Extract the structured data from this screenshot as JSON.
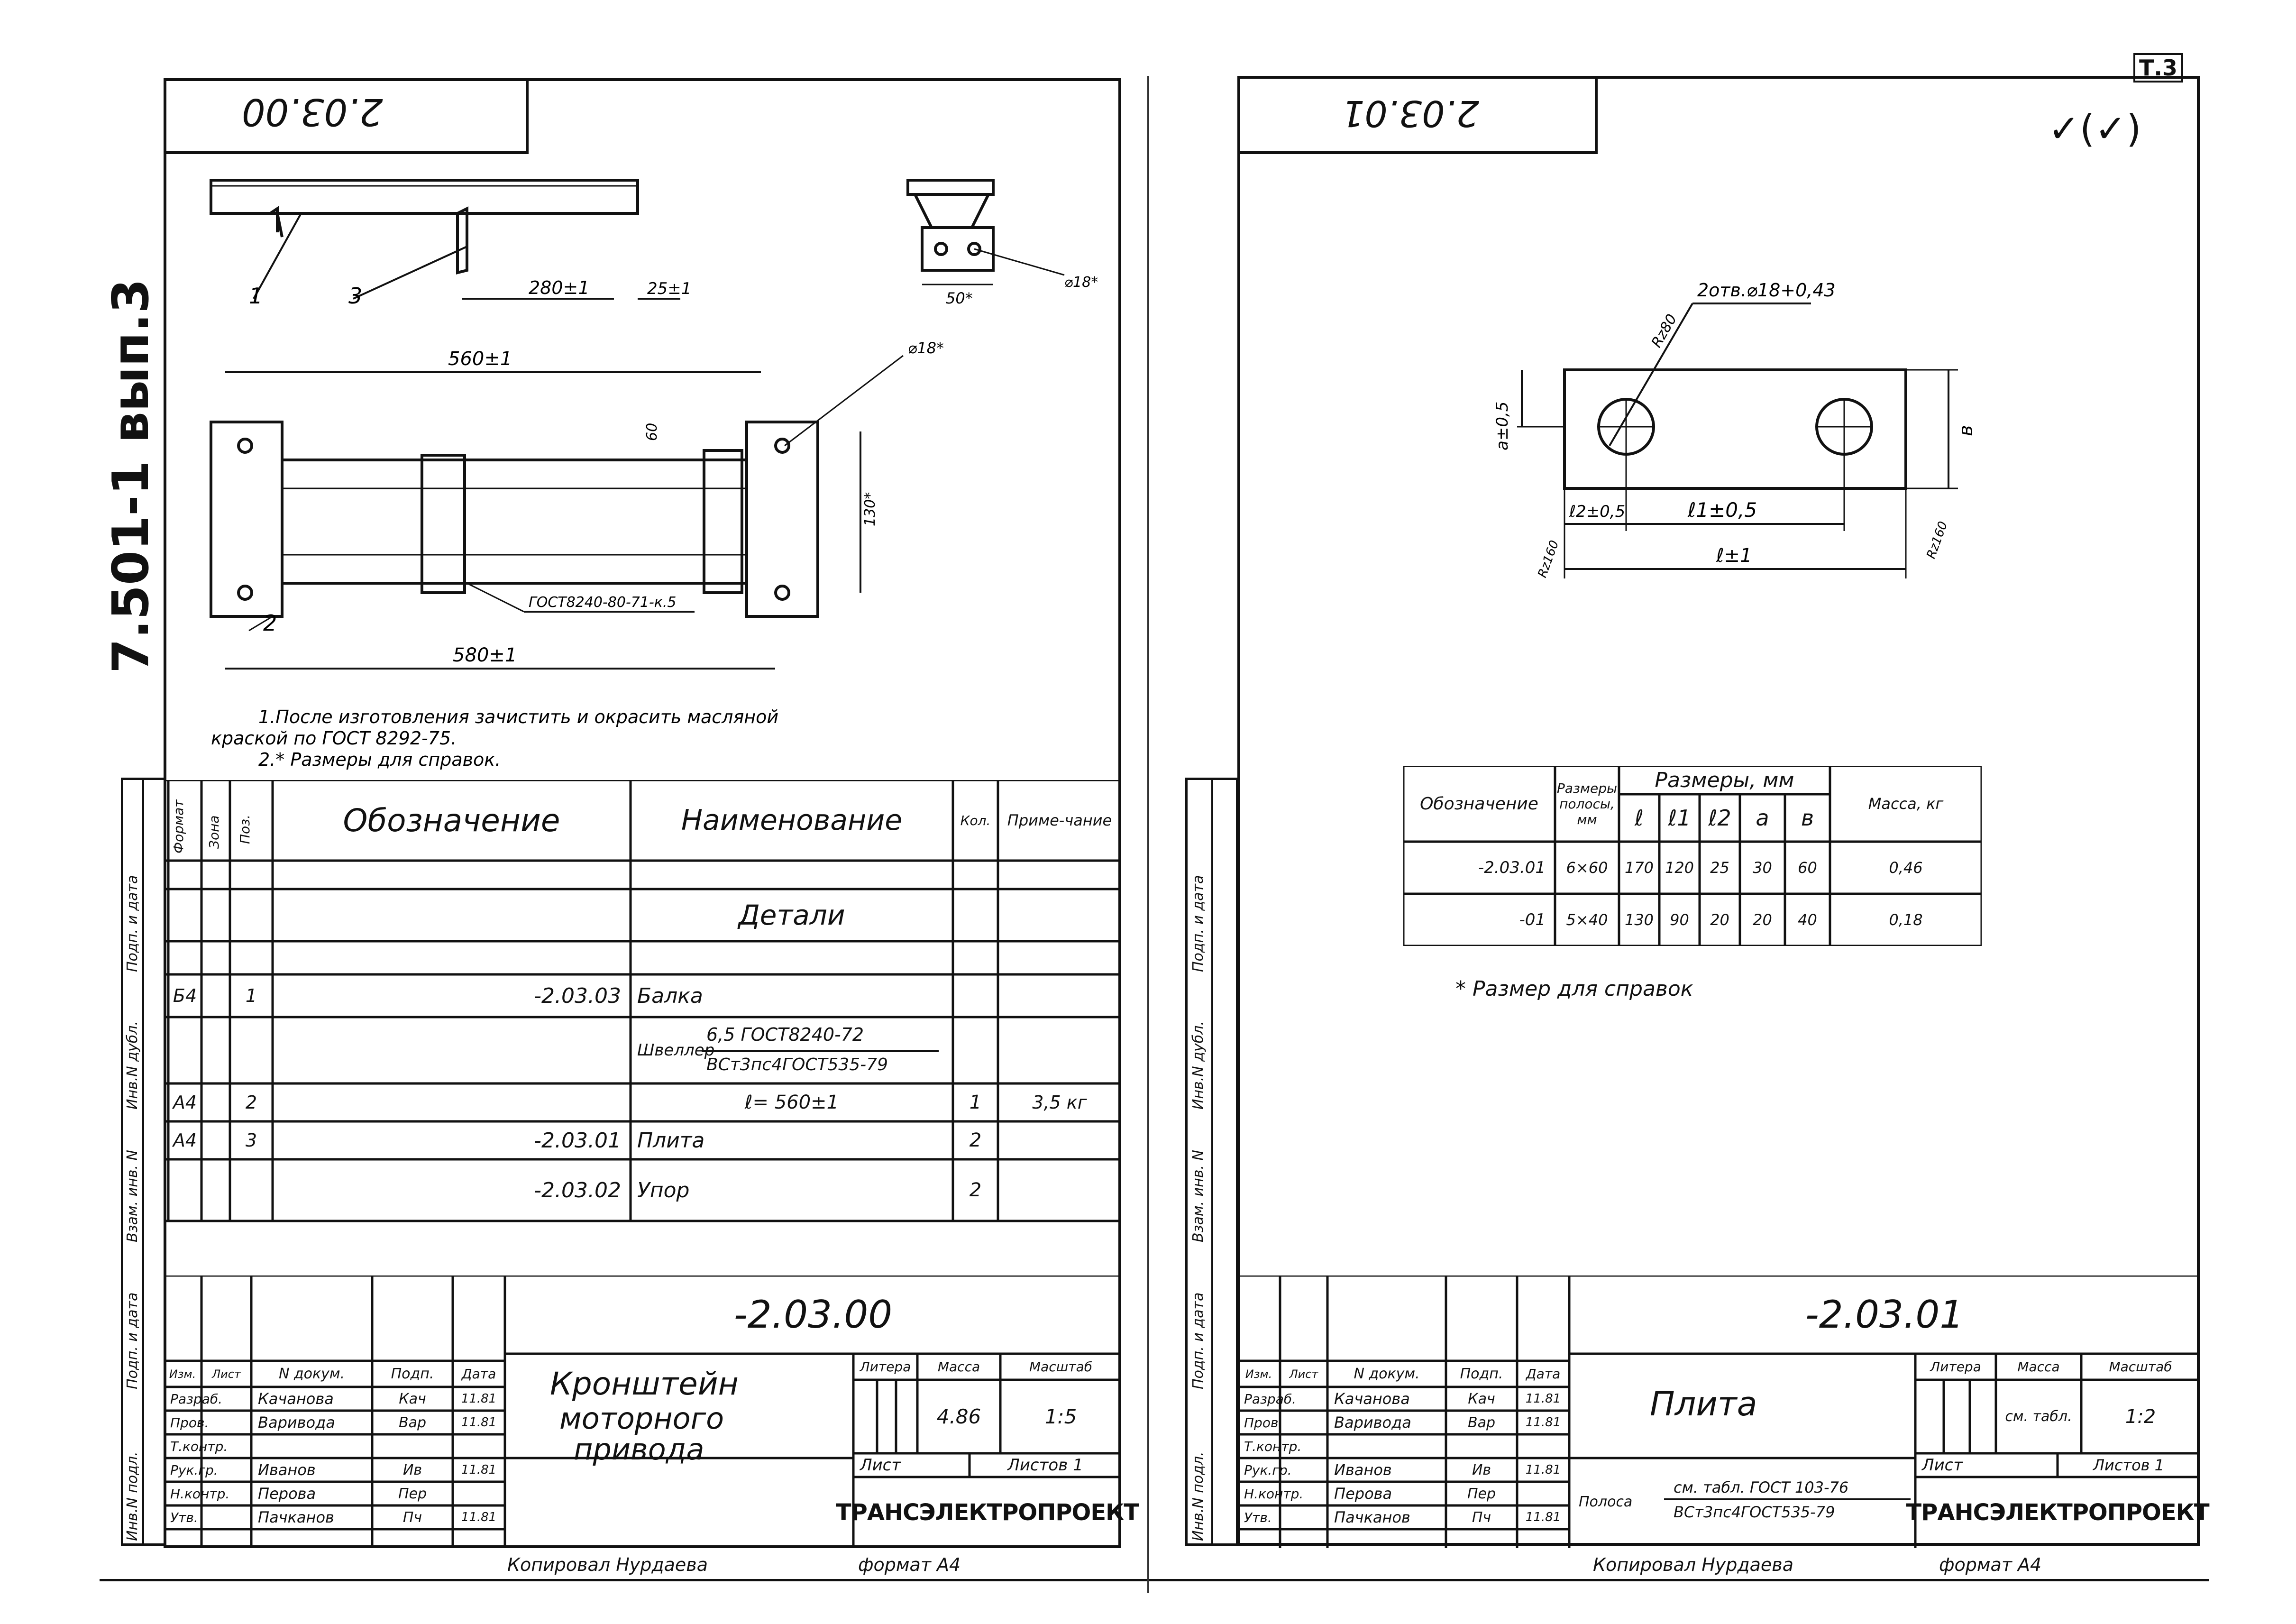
{
  "series_label": "7.501-1  вып.3",
  "corner_mark": "Т.3",
  "footer": {
    "copied_left": "Копировал  Нурдаева",
    "format_left": "формат  А4",
    "copied_right": "Копировал  Нурдаева",
    "format_right": "формат  А4"
  },
  "side_labels": [
    "Инв.N подл.",
    "Подп. и дата",
    "Взам. инв. N",
    "Инв.N дубл.",
    "Подп. и дата"
  ],
  "sheet1": {
    "stamp_code": "2.03.00",
    "drawing": {
      "callouts": [
        "1",
        "3",
        "2"
      ],
      "dims": {
        "top_len": "280±1",
        "top_end": "25±1",
        "upper_len": "560±1",
        "lower_len": "580±1",
        "height_right": "130*",
        "side_small": "50*",
        "side_hole": "⌀18*",
        "hole": "⌀18*",
        "web": "60",
        "gost_note": "ГОСТ8240-80-71-к.5"
      },
      "notes": [
        "1.После изготовления зачистить и окрасить масляной",
        "краской по ГОСТ 8292-75.",
        "2.* Размеры для справок."
      ]
    },
    "spec": {
      "headers": {
        "format": "Формат",
        "zone": "Зона",
        "pos": "Поз.",
        "designation": "Обозначение",
        "name": "Наименование",
        "qty": "Кол.",
        "note": "Приме-чание"
      },
      "section": "Детали",
      "rows": [
        {
          "format": "Б4",
          "pos": "1",
          "designation": "-2.03.03",
          "name": "Балка",
          "qty": "",
          "note": ""
        },
        {
          "format": "",
          "pos": "",
          "designation": "",
          "name": "Швеллер",
          "name_top": "6,5 ГОСТ8240-72",
          "name_bottom": "ВСт3пс4ГОСТ535-79",
          "qty": "",
          "note": ""
        },
        {
          "format": "А4",
          "pos": "2",
          "designation": "",
          "name": "ℓ= 560±1",
          "qty": "1",
          "note": "3,5 кг"
        },
        {
          "format": "А4",
          "pos": "3",
          "designation": "-2.03.01",
          "name": "Плита",
          "qty": "2",
          "note": ""
        },
        {
          "format": "",
          "pos": "",
          "designation": "-2.03.02",
          "name": "Упор",
          "qty": "2",
          "note": ""
        }
      ]
    },
    "title_block": {
      "code": "-2.03.00",
      "title_lines": [
        "Кронштейн",
        "моторного",
        "привода"
      ],
      "litera_label": "Литера",
      "mass_label": "Масса",
      "scale_label": "Масштаб",
      "mass": "4.86",
      "scale": "1:5",
      "sheet_label": "Лист",
      "sheets_label": "Листов 1",
      "company": "ТРАНСЭЛЕКТРОПРОЕКТ",
      "header": [
        "Изм.",
        "Лист",
        "N докум.",
        "Подп.",
        "Дата"
      ],
      "people": [
        {
          "role": "Разраб.",
          "name": "Качанова",
          "sign": "Кач",
          "date": "11.81"
        },
        {
          "role": "Пров.",
          "name": "Варивода",
          "sign": "Вар",
          "date": "11.81"
        },
        {
          "role": "Т.контр.",
          "name": "",
          "sign": "",
          "date": ""
        },
        {
          "role": "Рук.гр.",
          "name": "Иванов",
          "sign": "Ив",
          "date": "11.81"
        },
        {
          "role": "Н.контр.",
          "name": "Перова",
          "sign": "Пер",
          "date": ""
        },
        {
          "role": "Утв.",
          "name": "Пачканов",
          "sign": "Пч",
          "date": "11.81"
        }
      ]
    }
  },
  "sheet2": {
    "stamp_code": "2.03.01",
    "check_mark": "✓(✓)",
    "drawing": {
      "dims": {
        "hole_note": "2отв.⌀18+0,43",
        "ra": "Rz80",
        "a": "a±0,5",
        "b": "в",
        "l2": "ℓ2±0,5",
        "l1": "ℓ1±0,5",
        "l": "ℓ±1",
        "ra_left": "Rz160",
        "ra_right": "Rz160"
      }
    },
    "table": {
      "h_designation": "Обозначение",
      "h_strip": "Размеры полосы, мм",
      "h_sizes": "Размеры, мм",
      "h_l": "ℓ",
      "h_l1": "ℓ1",
      "h_l2": "ℓ2",
      "h_a": "a",
      "h_b": "в",
      "h_mass": "Масса, кг",
      "rows": [
        {
          "designation": "-2.03.01",
          "strip": "6×60",
          "l": "170",
          "l1": "120",
          "l2": "25",
          "a": "30",
          "b": "60",
          "mass": "0,46"
        },
        {
          "designation": "-01",
          "strip": "5×40",
          "l": "130",
          "l1": "90",
          "l2": "20",
          "a": "20",
          "b": "40",
          "mass": "0,18"
        }
      ]
    },
    "footnote": "* Размер для справок",
    "title_block": {
      "code": "-2.03.01",
      "title": "Плита",
      "material_label": "Полоса",
      "material_top": "см. табл. ГОСТ 103-76",
      "material_bottom": "ВСт3пс4ГОСТ535-79",
      "litera_label": "Литера",
      "mass_label": "Масса",
      "scale_label": "Масштаб",
      "mass": "см. табл.",
      "scale": "1:2",
      "sheet_label": "Лист",
      "sheets_label": "Листов 1",
      "company": "ТРАНСЭЛЕКТРОПРОЕКТ",
      "header": [
        "Изм.",
        "Лист",
        "N докум.",
        "Подп.",
        "Дата"
      ],
      "people": [
        {
          "role": "Разраб.",
          "name": "Качанова",
          "sign": "Кач",
          "date": "11.81"
        },
        {
          "role": "Пров.",
          "name": "Варивода",
          "sign": "Вар",
          "date": "11.81"
        },
        {
          "role": "Т.контр.",
          "name": "",
          "sign": "",
          "date": ""
        },
        {
          "role": "Рук.гр.",
          "name": "Иванов",
          "sign": "Ив",
          "date": "11.81"
        },
        {
          "role": "Н.контр.",
          "name": "Перова",
          "sign": "Пер",
          "date": ""
        },
        {
          "role": "Утв.",
          "name": "Пачканов",
          "sign": "Пч",
          "date": "11.81"
        }
      ]
    }
  }
}
